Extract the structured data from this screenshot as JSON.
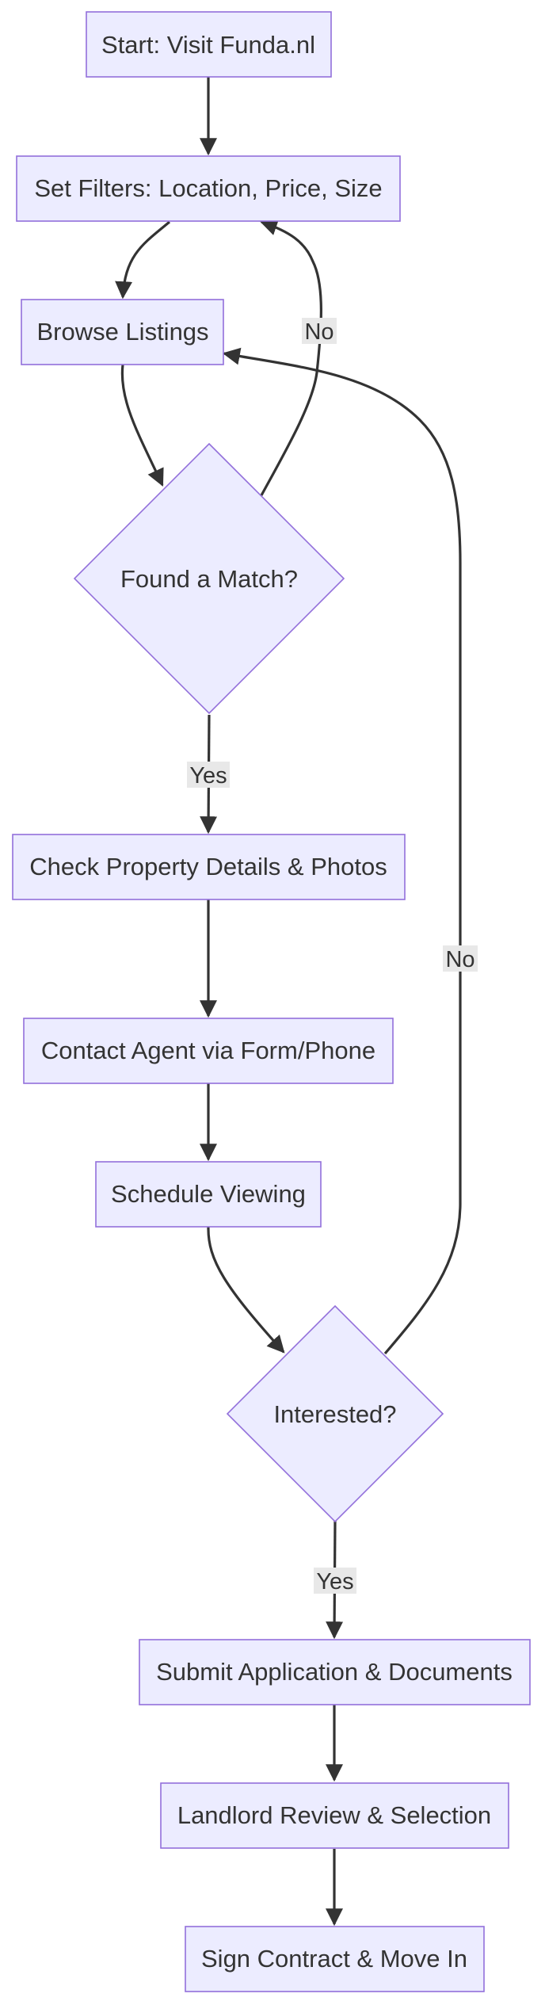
{
  "nodes": {
    "start": "Start: Visit Funda.nl",
    "filters": "Set Filters: Location, Price, Size",
    "browse": "Browse Listings",
    "match": "Found a Match?",
    "details": "Check Property Details & Photos",
    "contact": "Contact Agent via Form/Phone",
    "viewing": "Schedule Viewing",
    "interested": "Interested?",
    "apply": "Submit Application & Documents",
    "review": "Landlord Review & Selection",
    "sign": "Sign Contract & Move In"
  },
  "edge_labels": {
    "match_no": "No",
    "match_yes": "Yes",
    "interested_no": "No",
    "interested_yes": "Yes"
  },
  "colors": {
    "node_fill": "#ECECFF",
    "node_stroke": "#9370DB",
    "edge": "#333333",
    "label_bg": "#e8e8e8",
    "text": "#333333"
  }
}
